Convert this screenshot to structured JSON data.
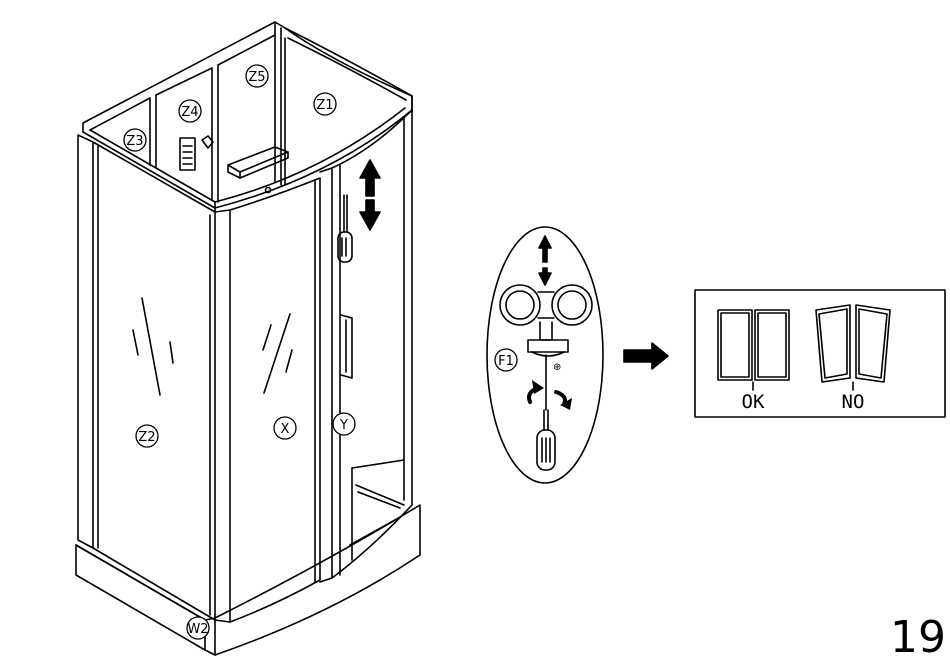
{
  "labels": {
    "z1": "Z1",
    "z2": "Z2",
    "z3": "Z3",
    "z4": "Z4",
    "z5": "Z5",
    "x": "X",
    "y": "Y",
    "w2": "W2",
    "f1": "F1"
  },
  "alignment": {
    "ok": "OK",
    "no": "NO"
  },
  "page_number": "19",
  "colors": {
    "ink": "#000000",
    "paper": "#ffffff"
  }
}
